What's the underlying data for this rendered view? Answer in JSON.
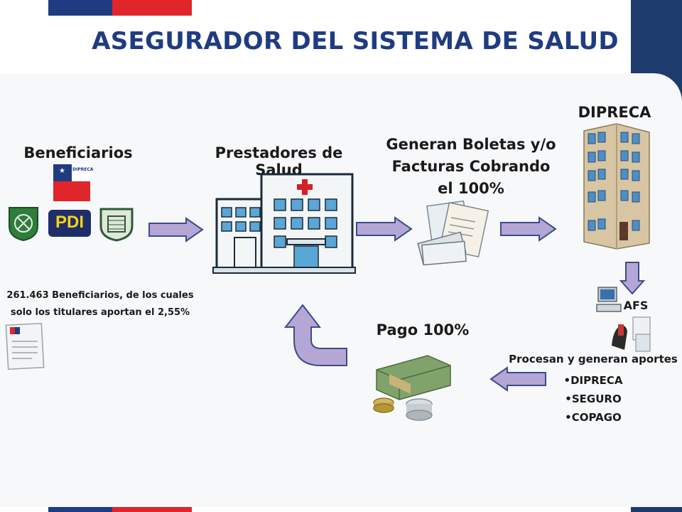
{
  "title": "ASEGURADOR DEL SISTEMA DE SALUD",
  "nodes": {
    "beneficiarios": "Beneficiarios",
    "prestadores": "Prestadores de Salud",
    "boletas": "Generan Boletas y/o Facturas Cobrando el 100%",
    "dipreca": "DIPRECA",
    "afs": "AFS",
    "pago": "Pago 100%"
  },
  "beneficiarios_note": "261.463 Beneficiarios, de los cuales solo los titulares aportan el 2,55%",
  "procesan": {
    "heading": "Procesan y generan aportes",
    "items": [
      "•DIPRECA",
      "•SEGURO",
      "•COPAGO"
    ]
  },
  "logos": {
    "pdi": "PDI",
    "dipreca_logo": "DIPRECA"
  },
  "colors": {
    "title": "#1f3c82",
    "arrow_fill": "#b4a7d6",
    "arrow_stroke": "#3d4a8c",
    "flag_red": "#e0252b",
    "flag_blue": "#1f3c82"
  }
}
